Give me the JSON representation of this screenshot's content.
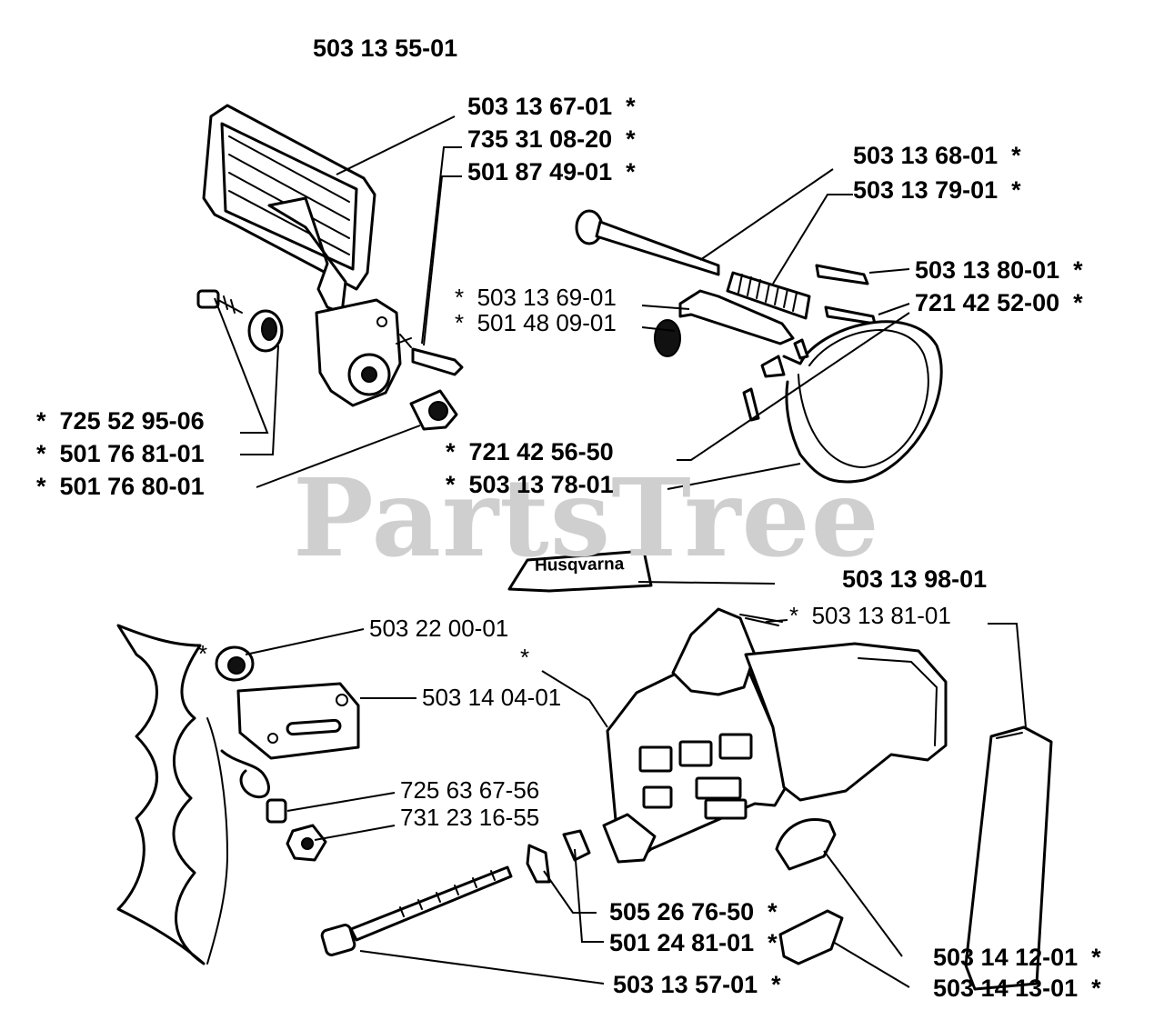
{
  "watermark": "PartsTree",
  "brand_plate": "Husqvarna",
  "callouts": {
    "p1": {
      "num": "503 13 55-01",
      "star": ""
    },
    "p2": {
      "num": "503 13 67-01",
      "star": "*"
    },
    "p3": {
      "num": "735 31 08-20",
      "star": "*"
    },
    "p4": {
      "num": "501 87 49-01",
      "star": "*"
    },
    "p5": {
      "num": "503 13 68-01",
      "star": "*"
    },
    "p6": {
      "num": "503 13 79-01",
      "star": "*"
    },
    "p7": {
      "num": "503 13 80-01",
      "star": "*"
    },
    "p8": {
      "num": "721 42 52-00",
      "star": "*"
    },
    "p9": {
      "num": "503 13 69-01",
      "star": "*"
    },
    "p10": {
      "num": "501 48 09-01",
      "star": "*"
    },
    "p11": {
      "num": "725 52 95-06",
      "star": "*"
    },
    "p12": {
      "num": "501 76 81-01",
      "star": "*"
    },
    "p13": {
      "num": "501 76 80-01",
      "star": "*"
    },
    "p14": {
      "num": "721 42 56-50",
      "star": "*"
    },
    "p15": {
      "num": "503 13 78-01",
      "star": "*"
    },
    "p16": {
      "num": "503 13 98-01",
      "star": ""
    },
    "p17": {
      "num": "503 13 81-01",
      "star": "*"
    },
    "p18": {
      "num": "503 22 00-01",
      "star": "*"
    },
    "p19": {
      "num": "503 14 04-01",
      "star": "*"
    },
    "p20": {
      "num": "725 63 67-56",
      "star": ""
    },
    "p21": {
      "num": "731 23 16-55",
      "star": ""
    },
    "p22": {
      "num": "505 26 76-50",
      "star": "*"
    },
    "p23": {
      "num": "501 24 81-01",
      "star": "*"
    },
    "p24": {
      "num": "503 14 12-01",
      "star": "*"
    },
    "p25": {
      "num": "503 13 57-01",
      "star": "*"
    },
    "p26": {
      "num": "503 14 13-01",
      "star": "*"
    }
  }
}
